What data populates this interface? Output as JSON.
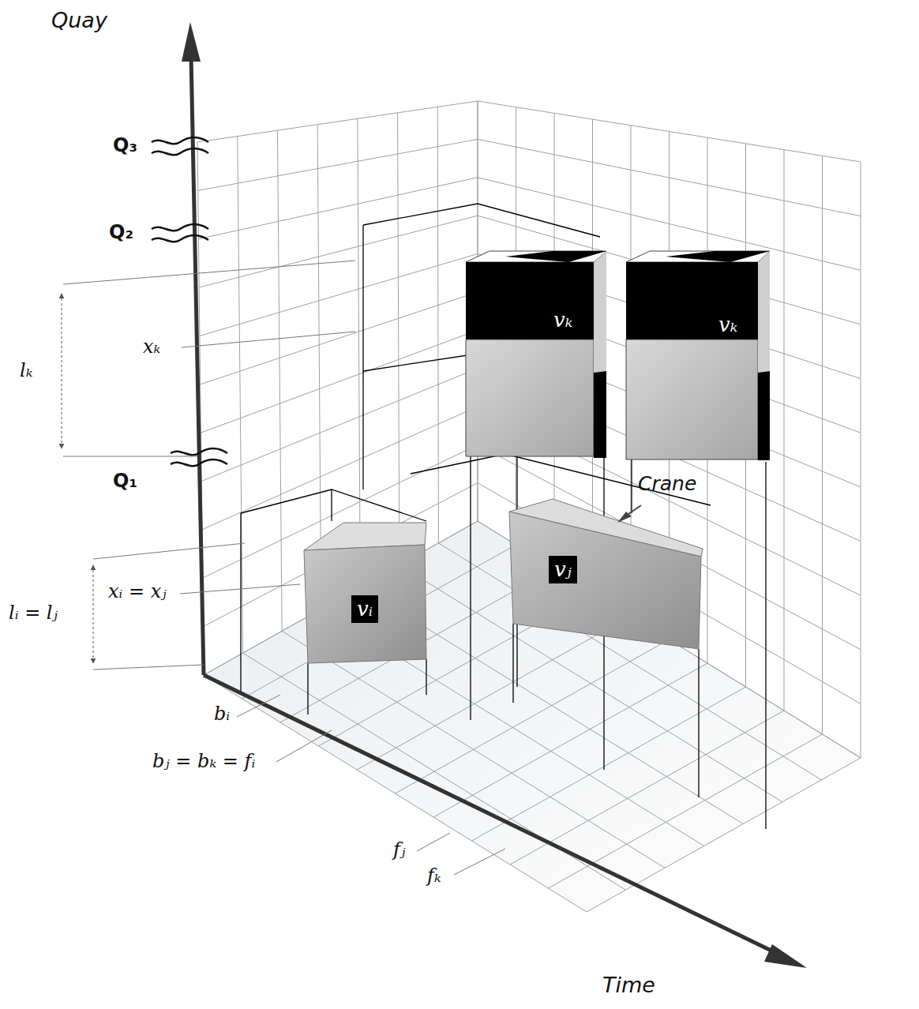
{
  "diagram": {
    "nodes": [
      {
        "text": [
          "vₖ"
        ]
      },
      {
        "text": [
          "vₖ"
        ]
      },
      {
        "text": [
          "vᵢ"
        ]
      },
      {
        "text": [
          "vⱼ"
        ]
      }
    ],
    "labels": [
      "Quay",
      "Q₃",
      "Q₂",
      "lₖ",
      "xₖ",
      "Q₁",
      "Crane",
      "lᵢ = lⱼ",
      "xᵢ = xⱼ",
      "bᵢ",
      "bⱼ = bₖ = fᵢ",
      "fⱼ",
      "fₖ",
      "Time"
    ]
  }
}
